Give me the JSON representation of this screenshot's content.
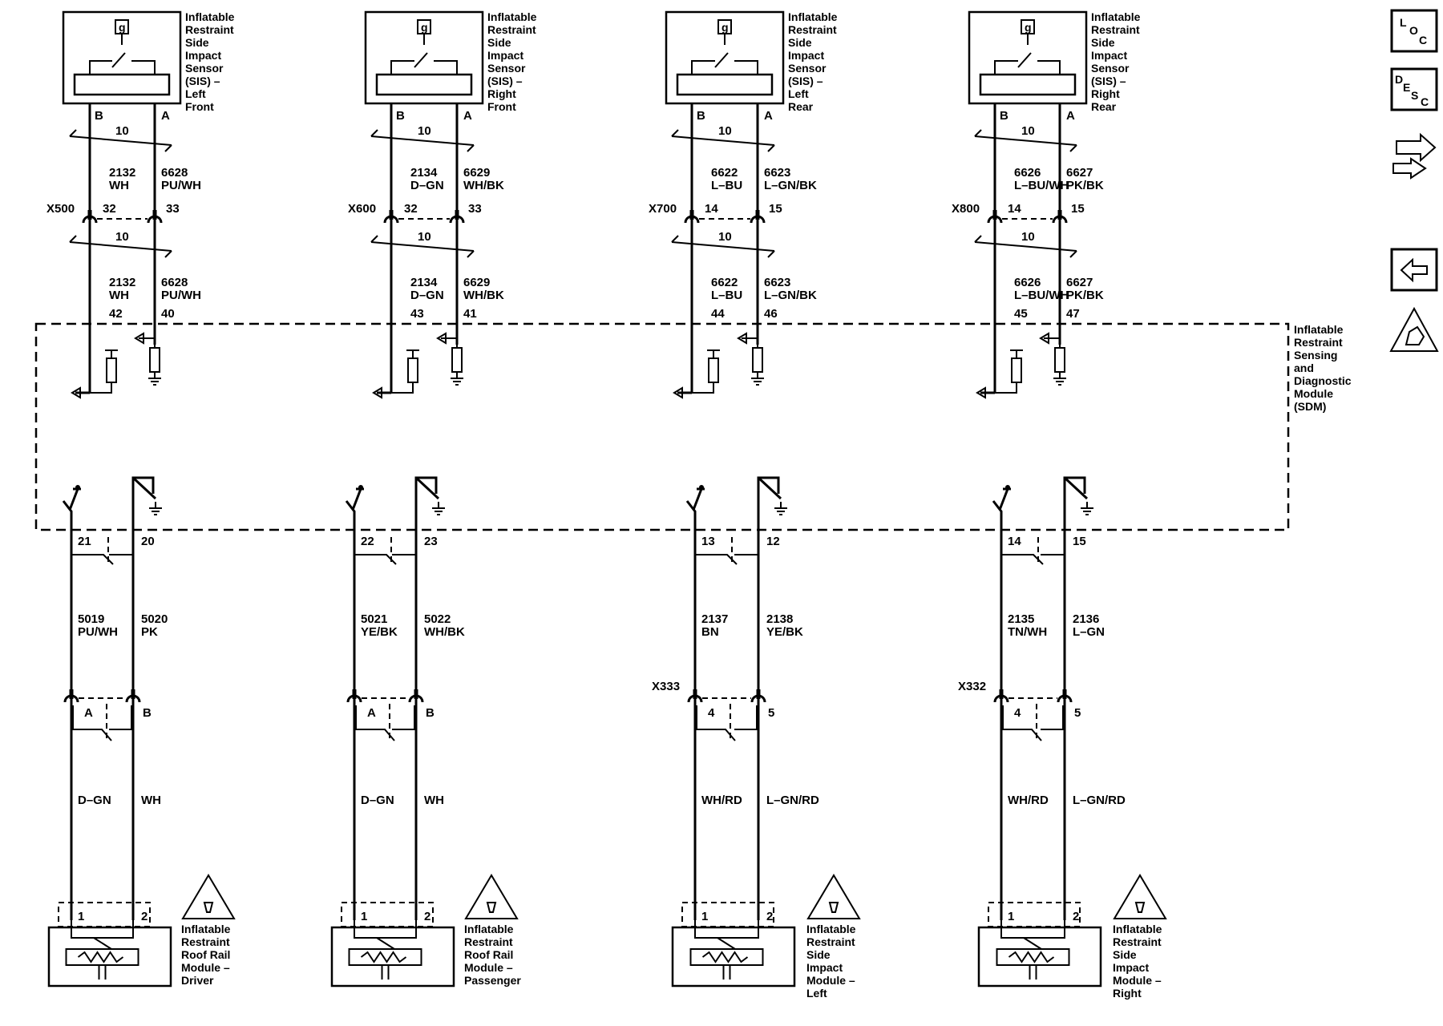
{
  "sensors": [
    {
      "name_lines": [
        "Inflatable",
        "Restraint",
        "Side",
        "Impact",
        "Sensor",
        "(SIS) –",
        "Left",
        "Front"
      ],
      "pin_b": "B",
      "pin_a": "A",
      "gauge": "10",
      "wire_b": {
        "circuit": "2132",
        "color": "WH"
      },
      "wire_a": {
        "circuit": "6628",
        "color": "PU/WH"
      },
      "connector": "X500",
      "conn_pin_b": "32",
      "conn_pin_a": "33",
      "sdm_pin_b": "42",
      "sdm_pin_a": "40"
    },
    {
      "name_lines": [
        "Inflatable",
        "Restraint",
        "Side",
        "Impact",
        "Sensor",
        "(SIS) –",
        "Right",
        "Front"
      ],
      "pin_b": "B",
      "pin_a": "A",
      "gauge": "10",
      "wire_b": {
        "circuit": "2134",
        "color": "D–GN"
      },
      "wire_a": {
        "circuit": "6629",
        "color": "WH/BK"
      },
      "connector": "X600",
      "conn_pin_b": "32",
      "conn_pin_a": "33",
      "sdm_pin_b": "43",
      "sdm_pin_a": "41"
    },
    {
      "name_lines": [
        "Inflatable",
        "Restraint",
        "Side",
        "Impact",
        "Sensor",
        "(SIS) –",
        "Left",
        "Rear"
      ],
      "pin_b": "B",
      "pin_a": "A",
      "gauge": "10",
      "wire_b": {
        "circuit": "6622",
        "color": "L–BU"
      },
      "wire_a": {
        "circuit": "6623",
        "color": "L–GN/BK"
      },
      "connector": "X700",
      "conn_pin_b": "14",
      "conn_pin_a": "15",
      "sdm_pin_b": "44",
      "sdm_pin_a": "46"
    },
    {
      "name_lines": [
        "Inflatable",
        "Restraint",
        "Side",
        "Impact",
        "Sensor",
        "(SIS) –",
        "Right",
        "Rear"
      ],
      "pin_b": "B",
      "pin_a": "A",
      "gauge": "10",
      "wire_b": {
        "circuit": "6626",
        "color": "L–BU/WH"
      },
      "wire_a": {
        "circuit": "6627",
        "color": "PK/BK"
      },
      "connector": "X800",
      "conn_pin_b": "14",
      "conn_pin_a": "15",
      "sdm_pin_b": "45",
      "sdm_pin_a": "47"
    }
  ],
  "sensor_icon_letter": "g",
  "sdm_label_lines": [
    "Inflatable",
    "Restraint",
    "Sensing",
    "and",
    "Diagnostic",
    "Module",
    "(SDM)"
  ],
  "modules": [
    {
      "sdm_pin_left": "21",
      "sdm_pin_right": "20",
      "wire_left": {
        "circuit": "5019",
        "color": "PU/WH"
      },
      "wire_right": {
        "circuit": "5020",
        "color": "PK"
      },
      "connector": "",
      "conn_pin_left": "A",
      "conn_pin_right": "B",
      "harness_left": "D–GN",
      "harness_right": "WH",
      "module_pin_left": "1",
      "module_pin_right": "2",
      "name_lines": [
        "Inflatable",
        "Restraint",
        "Roof Rail",
        "Module –",
        "Driver"
      ]
    },
    {
      "sdm_pin_left": "22",
      "sdm_pin_right": "23",
      "wire_left": {
        "circuit": "5021",
        "color": "YE/BK"
      },
      "wire_right": {
        "circuit": "5022",
        "color": "WH/BK"
      },
      "connector": "",
      "conn_pin_left": "A",
      "conn_pin_right": "B",
      "harness_left": "D–GN",
      "harness_right": "WH",
      "module_pin_left": "1",
      "module_pin_right": "2",
      "name_lines": [
        "Inflatable",
        "Restraint",
        "Roof Rail",
        "Module –",
        "Passenger"
      ]
    },
    {
      "sdm_pin_left": "13",
      "sdm_pin_right": "12",
      "wire_left": {
        "circuit": "2137",
        "color": "BN"
      },
      "wire_right": {
        "circuit": "2138",
        "color": "YE/BK"
      },
      "connector": "X333",
      "conn_pin_left": "4",
      "conn_pin_right": "5",
      "harness_left": "WH/RD",
      "harness_right": "L–GN/RD",
      "module_pin_left": "1",
      "module_pin_right": "2",
      "name_lines": [
        "Inflatable",
        "Restraint",
        "Side",
        "Impact",
        "Module –",
        "Left"
      ]
    },
    {
      "sdm_pin_left": "14",
      "sdm_pin_right": "15",
      "wire_left": {
        "circuit": "2135",
        "color": "TN/WH"
      },
      "wire_right": {
        "circuit": "2136",
        "color": "L–GN"
      },
      "connector": "X332",
      "conn_pin_left": "4",
      "conn_pin_right": "5",
      "harness_left": "WH/RD",
      "harness_right": "L–GN/RD",
      "module_pin_left": "1",
      "module_pin_right": "2",
      "name_lines": [
        "Inflatable",
        "Restraint",
        "Side",
        "Impact",
        "Module –",
        "Right"
      ]
    }
  ],
  "nav": {
    "loc": {
      "l": "L",
      "o": "O",
      "c": "C"
    },
    "desc": {
      "d": "D",
      "e": "E",
      "s": "S",
      "c": "C"
    },
    "icons": [
      "connector-end-view-icon",
      "back-arrow-icon",
      "esd-warning-icon"
    ]
  }
}
